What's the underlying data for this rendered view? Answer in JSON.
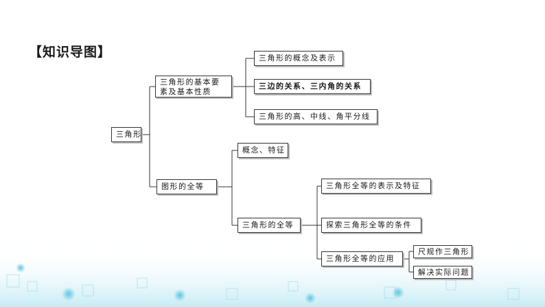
{
  "title": "【知识导图】",
  "nodes": {
    "root": "三角形",
    "basic": "三角形的基本要素及基本性质",
    "concept_repr": "三角形的概念及表示",
    "sides_angles": "三边的关系、三内角的关系",
    "special_lines": "三角形的高、中线、角平分线",
    "congruent_figures": "图形的全等",
    "concept_feature": "概念、特征",
    "tri_congruent": "三角形的全等",
    "tri_cong_repr": "三角形全等的表示及特征",
    "explore_conditions": "探索三角形全等的条件",
    "application": "三角形全等的应用",
    "ruler_compass": "尺规作三角形",
    "practical": "解决实际问题"
  },
  "colors": {
    "line": "#333333",
    "deco": "#7fd3e6"
  }
}
